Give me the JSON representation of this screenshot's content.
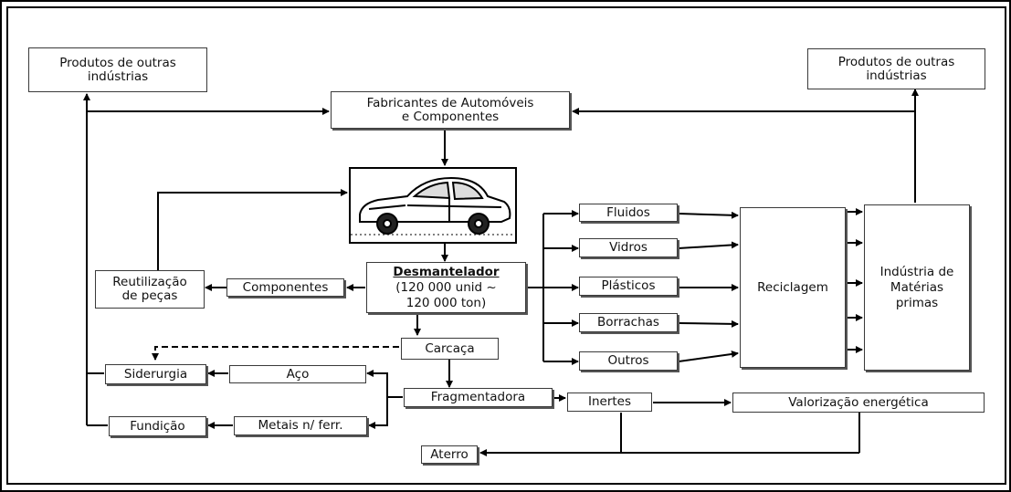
{
  "nodes": {
    "produtos_esq": [
      "Produtos de outras",
      "indústrias"
    ],
    "produtos_dir": [
      "Produtos de outras",
      "indústrias"
    ],
    "fabricantes": [
      "Fabricantes de Automóveis",
      "e Componentes"
    ],
    "desmantelador_title": "Desmantelador",
    "desmantelador_sub": [
      "(120 000 unid ~",
      "120 000 ton)"
    ],
    "reutilizacao": [
      "Reutilização",
      "de peças"
    ],
    "componentes": "Componentes",
    "fluidos": "Fluidos",
    "vidros": "Vidros",
    "plasticos": "Plásticos",
    "borrachas": "Borrachas",
    "outros": "Outros",
    "reciclagem": "Reciclagem",
    "industria": [
      "Indústria de",
      "Matérias",
      "primas"
    ],
    "carcaca": "Carcaça",
    "siderurgia": "Siderurgia",
    "aco": "Aço",
    "fragmentadora": "Fragmentadora",
    "inertes": "Inertes",
    "valorizacao": "Valorização energética",
    "fundicao": "Fundição",
    "metais": "Metais n/ ferr.",
    "aterro": "Aterro"
  }
}
